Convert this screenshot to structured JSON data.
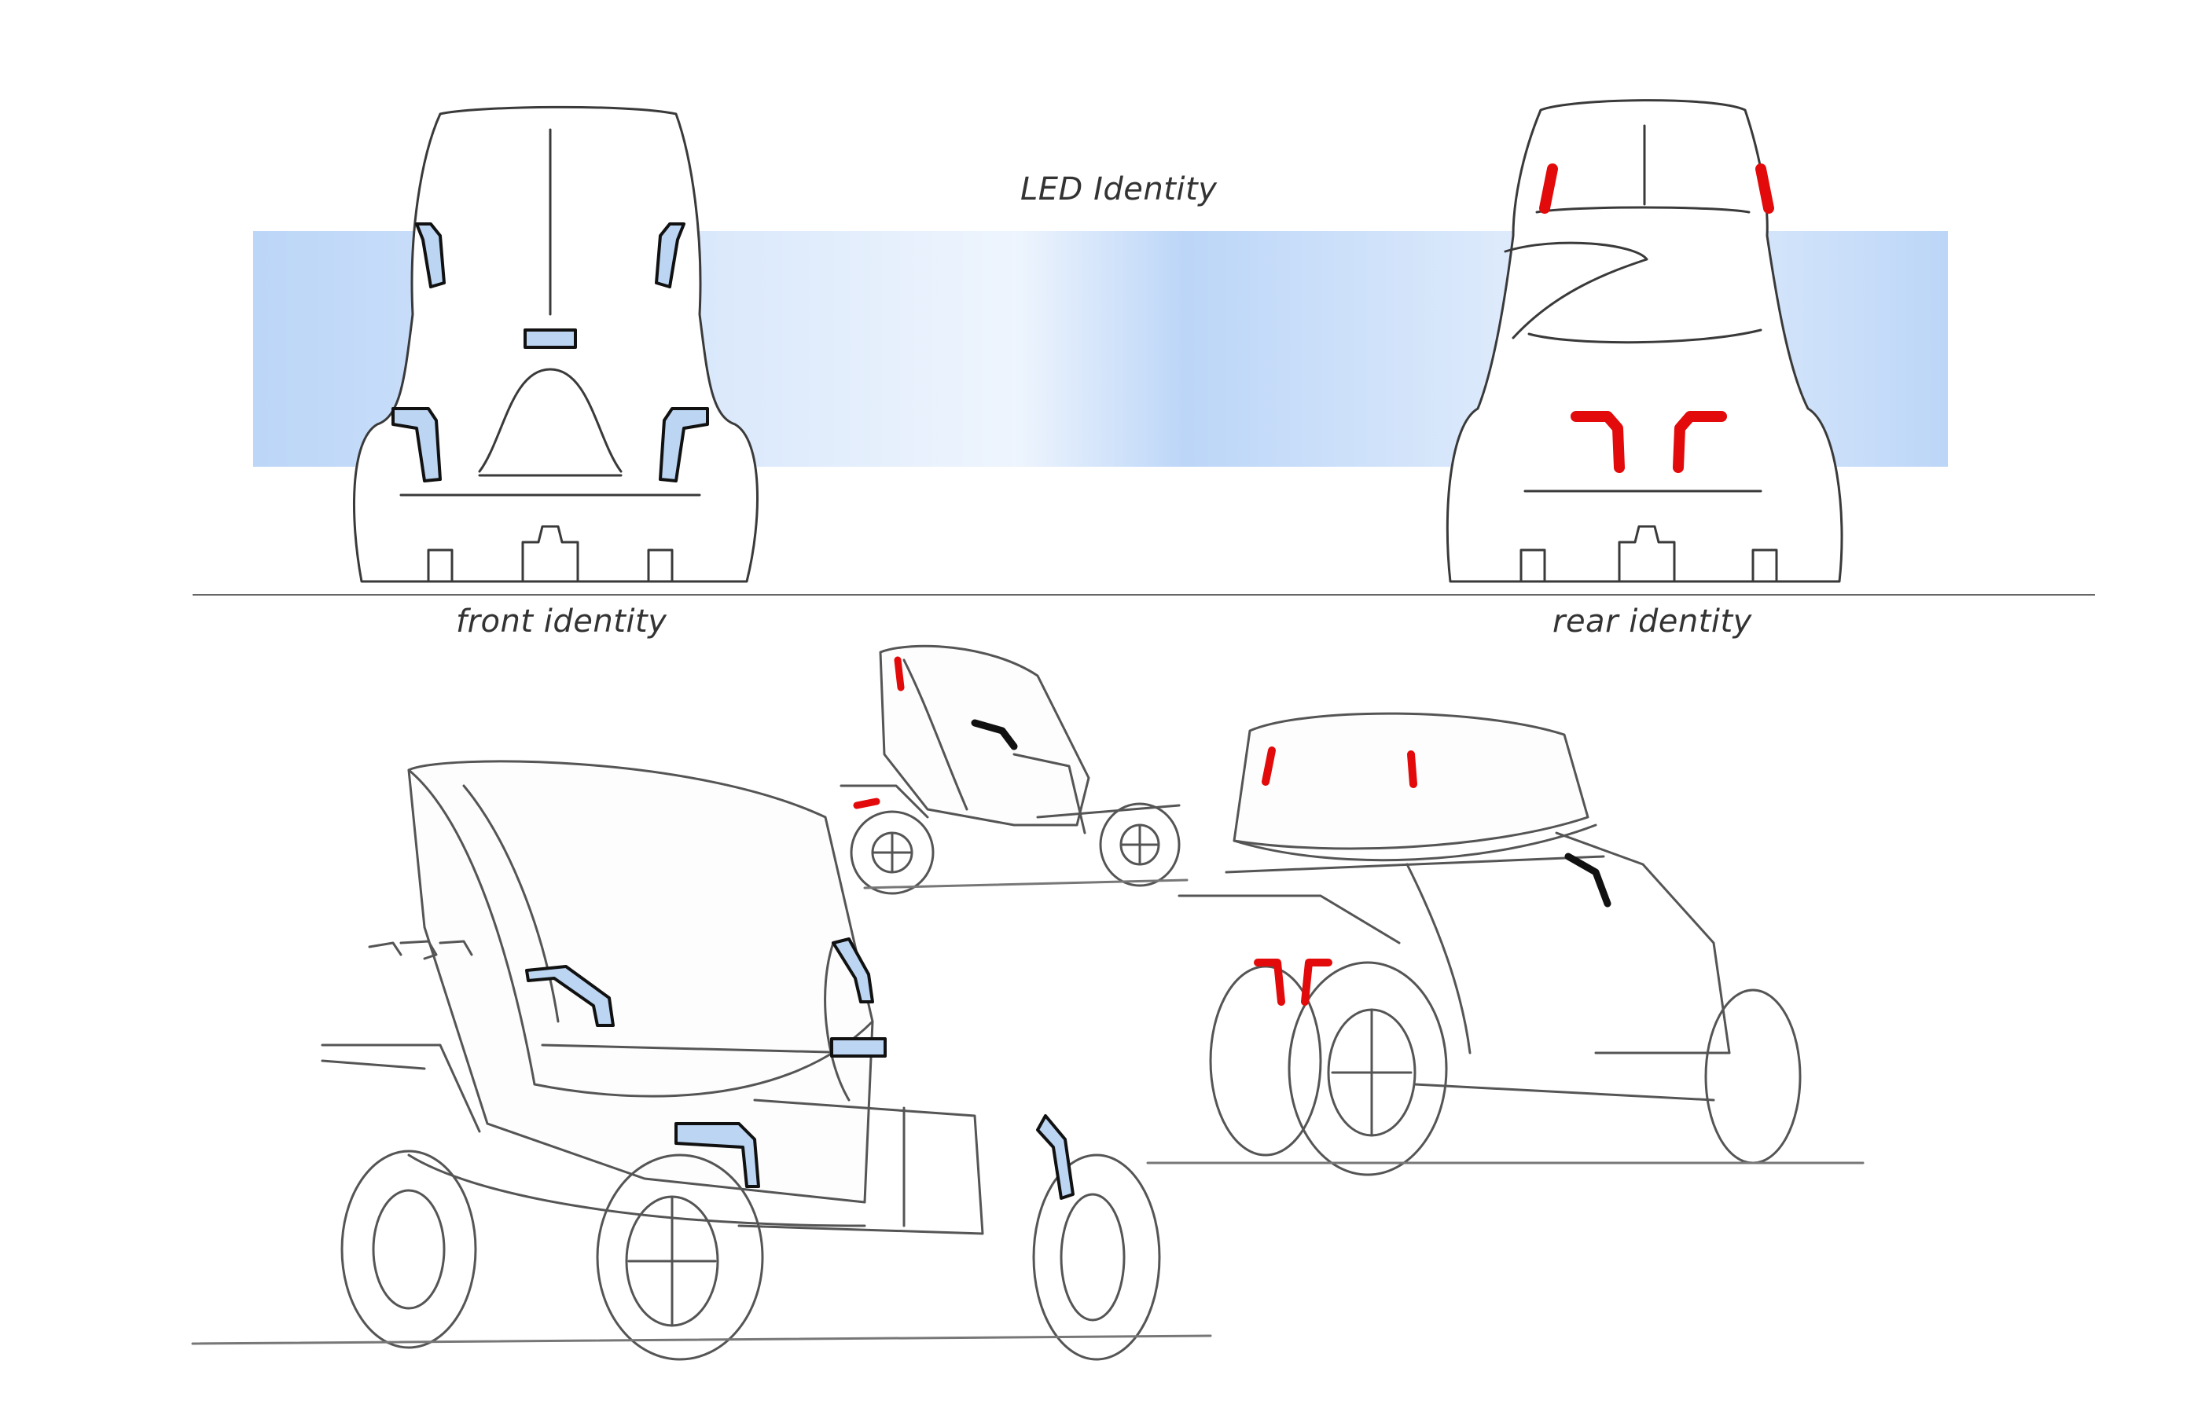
{
  "captions": {
    "led_identity": "LED Identity",
    "front_identity": "front identity",
    "rear_identity": "rear identity"
  },
  "colors": {
    "background": "#ffffff",
    "led_band": "#bcd6f8",
    "front_led": "#bcd5f2",
    "rear_led": "#e20a0a",
    "sketch_line": "#3a3a3a"
  },
  "icons": [
    "front-view-sketch",
    "rear-view-sketch",
    "perspective-sketch"
  ]
}
